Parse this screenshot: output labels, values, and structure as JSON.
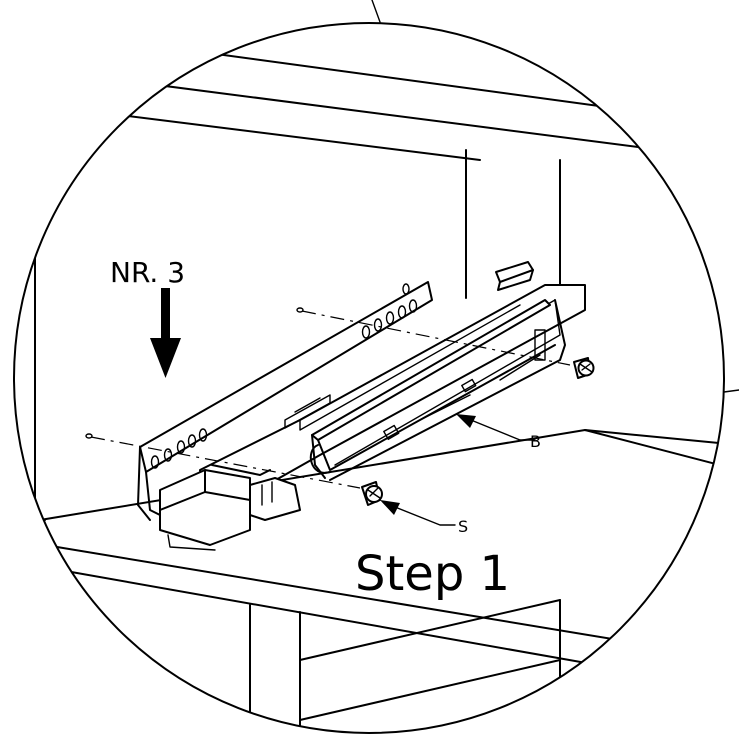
{
  "labels": {
    "nr": "NR. 3",
    "part_b": "B",
    "part_s": "S",
    "step": "Step 1"
  }
}
